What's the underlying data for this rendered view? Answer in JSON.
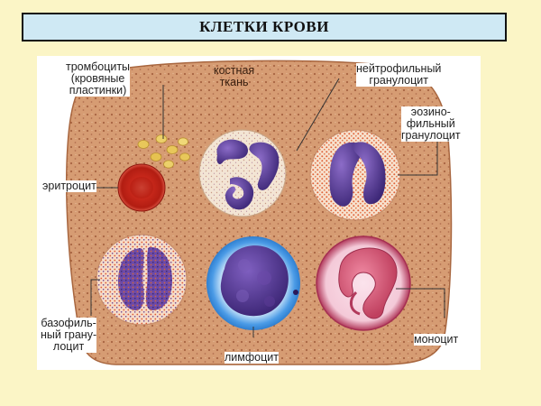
{
  "title": "КЛЕТКИ КРОВИ",
  "labels": {
    "platelets": "тромбоциты\n(кровяные\nпластинки)",
    "bone_tissue": "костная\nткань",
    "neutrophil": "нейтрофильный\nгранулоцит",
    "eosinophil": "эозино-\nфильный\nгранулоцит",
    "erythrocyte": "эритроцит",
    "basophil": "базофиль-\nный грану-\nлоцит",
    "lymphocyte": "лимфоцит",
    "monocyte": "моноцит"
  },
  "colors": {
    "background": "#fbf5c6",
    "title_fill": "#cfe9f4",
    "tissue": "#d49a72",
    "erythrocyte": "#cc2a1e",
    "platelet": "#e8c75a",
    "nucleus_purple": "#5a3a95",
    "granule_orange": "#e0633a",
    "granule_dark": "#4a2e7a",
    "lymphocyte_halo": "#3a8ee0",
    "monocyte_pink": "#d9607d"
  }
}
